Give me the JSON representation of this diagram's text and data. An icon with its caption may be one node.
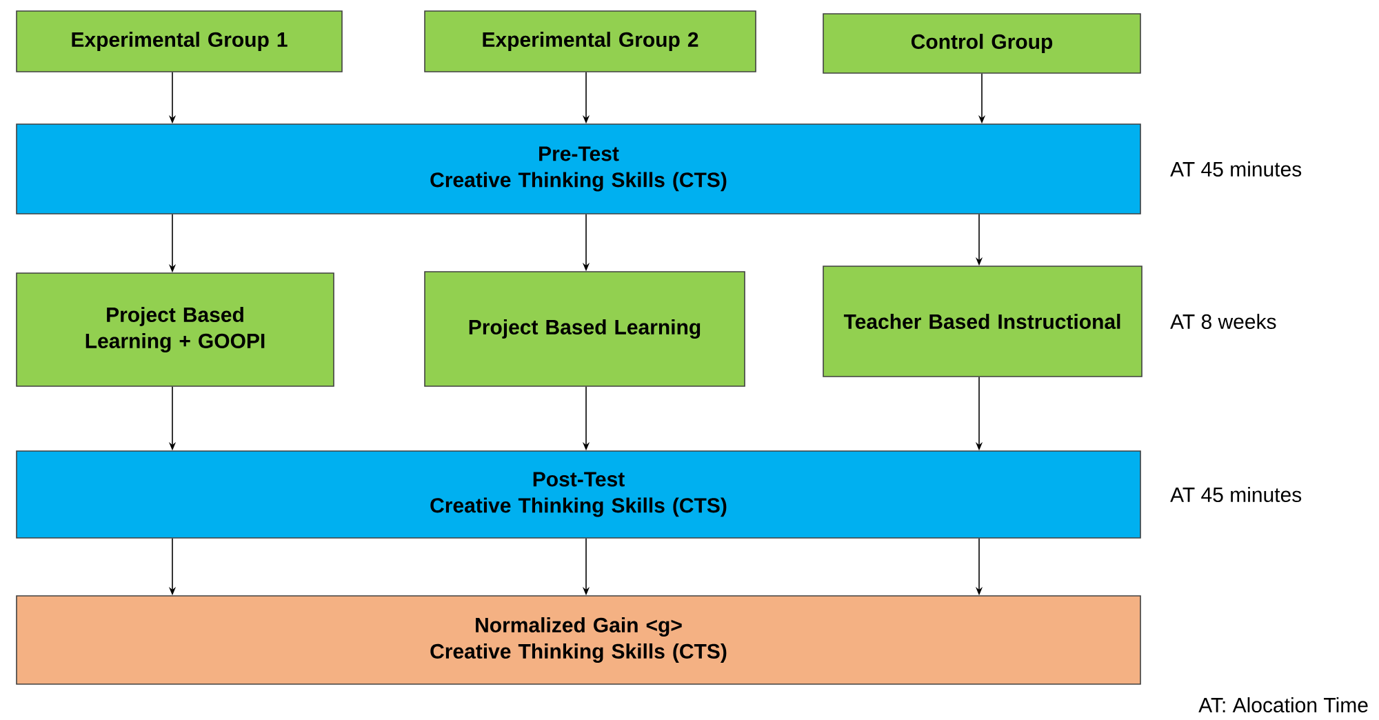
{
  "diagram": {
    "nodes": [
      {
        "text": [
          "Experimental Group 1"
        ]
      },
      {
        "text": [
          "Experimental Group 2"
        ]
      },
      {
        "text": [
          "Control Group"
        ]
      },
      {
        "text": [
          "Pre-Test",
          "Creative Thinking Skills (CTS)"
        ],
        "beside": [
          "AT 45 minutes"
        ]
      },
      {
        "text": [
          "Project Based Learning + GOOPI"
        ]
      },
      {
        "text": [
          "Project Based Learning"
        ]
      },
      {
        "text": [
          "Teacher Based Instructional"
        ],
        "beside": [
          "AT 8 weeks"
        ]
      },
      {
        "text": [
          "Post-Test",
          "Creative Thinking Skills (CTS)"
        ],
        "beside": [
          "AT 45 minutes"
        ]
      },
      {
        "text": [
          "Normalized Gain <g>",
          "Creative Thinking Skills (CTS)"
        ]
      }
    ],
    "edges": [
      {
        "from": 0,
        "to": 3,
        "arrow": "to"
      },
      {
        "from": 1,
        "to": 3,
        "arrow": "to"
      },
      {
        "from": 2,
        "to": 3,
        "arrow": "to"
      },
      {
        "from": 3,
        "to": 4,
        "arrow": "to"
      },
      {
        "from": 3,
        "to": 5,
        "arrow": "to"
      },
      {
        "from": 3,
        "to": 6,
        "arrow": "to"
      },
      {
        "from": 4,
        "to": 7,
        "arrow": "to"
      },
      {
        "from": 5,
        "to": 7,
        "arrow": "to"
      },
      {
        "from": 6,
        "to": 7,
        "arrow": "to"
      },
      {
        "from": 7,
        "to": 8,
        "arrow": "to"
      },
      {
        "from": 7,
        "to": 8,
        "arrow": "to"
      },
      {
        "from": 7,
        "to": 8,
        "arrow": "to"
      }
    ],
    "labels": [
      "AT: Alocation Time"
    ]
  }
}
